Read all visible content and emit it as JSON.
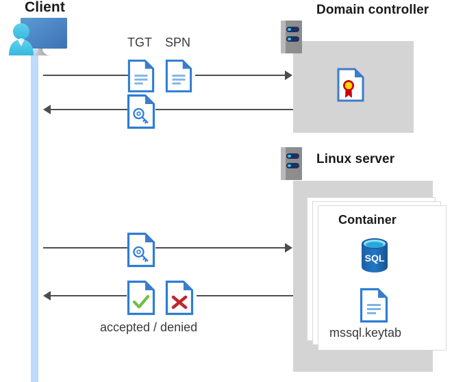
{
  "diagram": {
    "type": "kerberos-authentication-sequence",
    "client": {
      "label": "Client",
      "icon": "client-computer-icon"
    },
    "domain_controller": {
      "title": "Domain controller",
      "server_icon": "server-rack-icon",
      "contents": [
        {
          "icon": "certificate-document-icon",
          "label": ""
        }
      ]
    },
    "linux_server": {
      "title": "Linux server",
      "server_icon": "server-rack-icon",
      "container": {
        "title": "Container",
        "stack_count": 3,
        "items": [
          {
            "icon": "sql-database-icon",
            "label": "SQL"
          },
          {
            "icon": "keytab-document-icon",
            "label": "mssql.keytab"
          }
        ]
      }
    },
    "messages": [
      {
        "id": "msg-request-tgt-spn",
        "direction": "right",
        "from": "client",
        "to": "domain-controller",
        "icons": [
          {
            "name": "tgt-document-icon",
            "label": "TGT"
          },
          {
            "name": "spn-document-icon",
            "label": "SPN"
          }
        ]
      },
      {
        "id": "msg-ticket-returned",
        "direction": "left",
        "from": "domain-controller",
        "to": "client",
        "icons": [
          {
            "name": "service-ticket-key-document-icon",
            "label": ""
          }
        ]
      },
      {
        "id": "msg-present-ticket",
        "direction": "right",
        "from": "client",
        "to": "linux-server",
        "icons": [
          {
            "name": "service-ticket-key-document-icon",
            "label": ""
          }
        ]
      },
      {
        "id": "msg-auth-result",
        "direction": "left",
        "from": "linux-server",
        "to": "client",
        "caption": "accepted / denied",
        "icons": [
          {
            "name": "accepted-check-document-icon",
            "label": ""
          },
          {
            "name": "denied-cross-document-icon",
            "label": ""
          }
        ]
      }
    ],
    "colors": {
      "lifeline": "#bedafc",
      "panel_gray": "#d4d4d4",
      "doc_blue": "#2d7dd2",
      "doc_fold_blue": "#3d7cc9",
      "sql_blue": "#1f6cb4",
      "accept_green": "#6fbe44",
      "deny_red": "#c1272d",
      "seal_yellow": "#ffd800",
      "seal_red": "#cc0000",
      "arrow_gray": "#4d4d4d",
      "rack_navy": "#1e3060",
      "rack_cyan": "#3fbde8"
    }
  }
}
